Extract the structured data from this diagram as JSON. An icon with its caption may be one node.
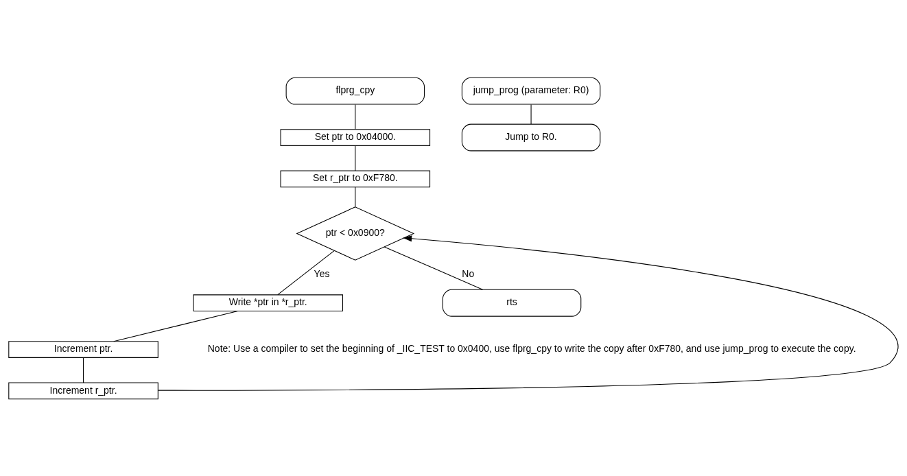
{
  "diagram": {
    "nodes": [
      {
        "text": [
          "flprg_cpy"
        ]
      },
      {
        "text": [
          "Set ptr to 0x04000."
        ]
      },
      {
        "text": [
          "Set r_ptr to 0xF780."
        ]
      },
      {
        "text": [
          "ptr < 0x0900?"
        ]
      },
      {
        "text": [
          "Write *ptr in *r_ptr."
        ]
      },
      {
        "text": [
          "Increment ptr."
        ]
      },
      {
        "text": [
          "Increment r_ptr."
        ]
      },
      {
        "text": [
          "rts"
        ]
      },
      {
        "text": [
          "jump_prog (parameter: R0)"
        ]
      },
      {
        "text": [
          "Jump to R0."
        ]
      }
    ],
    "edges": [
      {
        "from": 0,
        "to": 1,
        "arrow": "none"
      },
      {
        "from": 1,
        "to": 2,
        "arrow": "none"
      },
      {
        "from": 2,
        "to": 3,
        "arrow": "none"
      },
      {
        "from": 3,
        "to": 4,
        "arrow": "none",
        "label": "Yes"
      },
      {
        "from": 4,
        "to": 5,
        "arrow": "none"
      },
      {
        "from": 5,
        "to": 6,
        "arrow": "none"
      },
      {
        "from": 6,
        "to": 3,
        "arrow": "to"
      },
      {
        "from": 3,
        "to": 7,
        "arrow": "none",
        "label": "No"
      },
      {
        "from": 8,
        "to": 9,
        "arrow": "none"
      }
    ],
    "labels": [
      "Note: Use a compiler to set the beginning of _IIC_TEST to 0x0400, use flprg_cpy to write the copy after 0xF780, and use jump_prog to execute the copy."
    ]
  }
}
